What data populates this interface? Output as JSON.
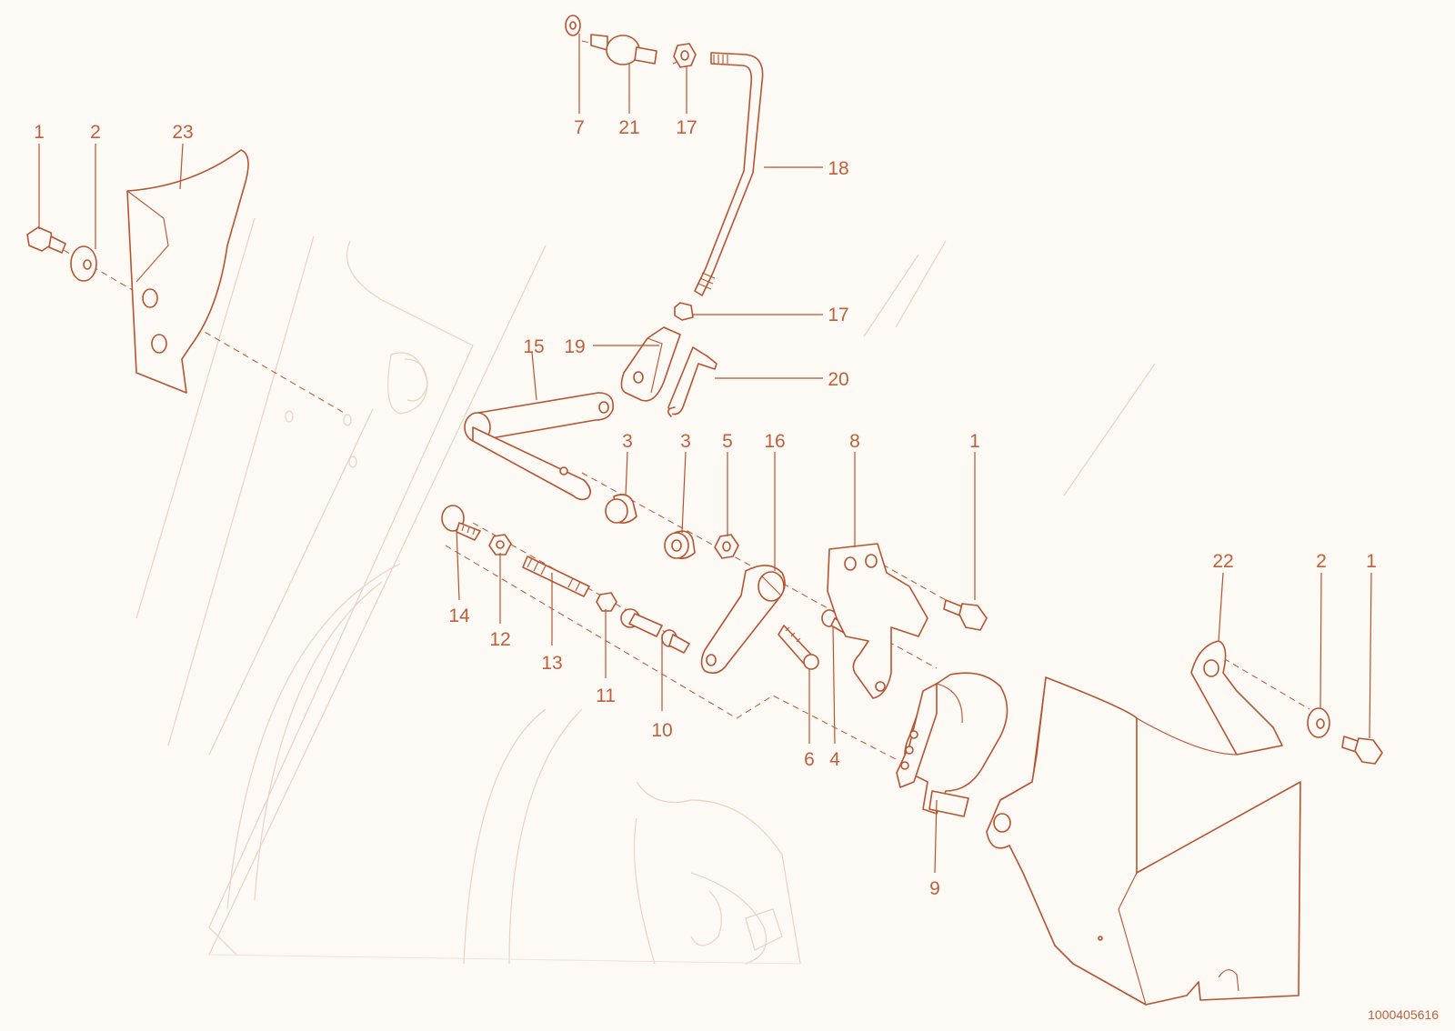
{
  "diagram": {
    "document_number": "1000405616",
    "accent_color": "#b8532f",
    "background_color": "#fdfaf6",
    "callouts": [
      {
        "id": "c1a",
        "label": "1"
      },
      {
        "id": "c2a",
        "label": "2"
      },
      {
        "id": "c23",
        "label": "23"
      },
      {
        "id": "c7",
        "label": "7"
      },
      {
        "id": "c21",
        "label": "21"
      },
      {
        "id": "c17a",
        "label": "17"
      },
      {
        "id": "c18",
        "label": "18"
      },
      {
        "id": "c17b",
        "label": "17"
      },
      {
        "id": "c15",
        "label": "15"
      },
      {
        "id": "c19",
        "label": "19"
      },
      {
        "id": "c20",
        "label": "20"
      },
      {
        "id": "c3a",
        "label": "3"
      },
      {
        "id": "c3b",
        "label": "3"
      },
      {
        "id": "c5",
        "label": "5"
      },
      {
        "id": "c16",
        "label": "16"
      },
      {
        "id": "c8",
        "label": "8"
      },
      {
        "id": "c1b",
        "label": "1"
      },
      {
        "id": "c14",
        "label": "14"
      },
      {
        "id": "c12",
        "label": "12"
      },
      {
        "id": "c13",
        "label": "13"
      },
      {
        "id": "c11",
        "label": "11"
      },
      {
        "id": "c10",
        "label": "10"
      },
      {
        "id": "c6",
        "label": "6"
      },
      {
        "id": "c4",
        "label": "4"
      },
      {
        "id": "c9",
        "label": "9"
      },
      {
        "id": "c22",
        "label": "22"
      },
      {
        "id": "c2b",
        "label": "2"
      },
      {
        "id": "c1c",
        "label": "1"
      }
    ]
  }
}
